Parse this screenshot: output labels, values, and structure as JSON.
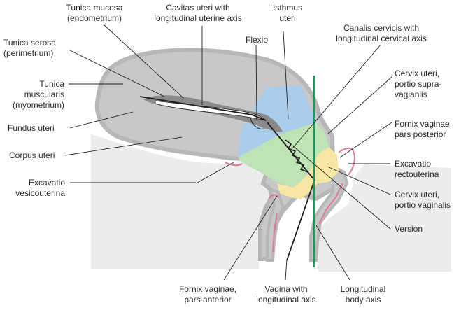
{
  "labels": {
    "tunica_mucosa": [
      "Tunica mucosa",
      "(endometrium)"
    ],
    "cavitas_uteri": [
      "Cavitas uteri with",
      "longitudinal uterine axis"
    ],
    "isthmus_uteri": [
      "Isthmus",
      "uteri"
    ],
    "canalis_cervicis": [
      "Canalis cervicis with",
      "longitudinal cervical axis"
    ],
    "flexio": [
      "Flexio"
    ],
    "tunica_serosa": [
      "Tunica serosa",
      "(perimetrium)"
    ],
    "tunica_muscularis": [
      "Tunica",
      "muscularis",
      "(myometrium)"
    ],
    "fundus_uteri": [
      "Fundus uteri"
    ],
    "corpus_uteri": [
      "Corpus uteri"
    ],
    "excavatio_vesicouterina": [
      "Excavatio",
      "vesicouterina"
    ],
    "cervix_supravaginalis": [
      "Cervix uteri,",
      "portio supra-",
      "vagianlis"
    ],
    "fornix_posterior": [
      "Fornix vaginae,",
      "pars posterior"
    ],
    "excavatio_rectouterina": [
      "Excavatio",
      "rectouterina"
    ],
    "cervix_vaginalis": [
      "Cervix uteri,",
      "portio vaginalis"
    ],
    "version": [
      "Version"
    ],
    "fornix_anterior": [
      "Fornix vaginae,",
      "pars anterior"
    ],
    "vagina": [
      "Vagina with",
      "longitudinal axis"
    ],
    "longitudinal_body_axis": [
      "Longitudinal",
      "body axis"
    ]
  },
  "colors": {
    "background_tissue": "#ececee",
    "uterus_body": "#c8c8ca",
    "mucosa": "#8a8a8c",
    "outline": "#b7b7b9",
    "isthmus_zone": "#a9cdea",
    "cervix_zone": "#bfe3b4",
    "portio_zone": "#f7e7a3",
    "serosa_line": "#e07a92",
    "body_axis": "#1a9a5a",
    "axis_line": "#1e1e1e"
  }
}
